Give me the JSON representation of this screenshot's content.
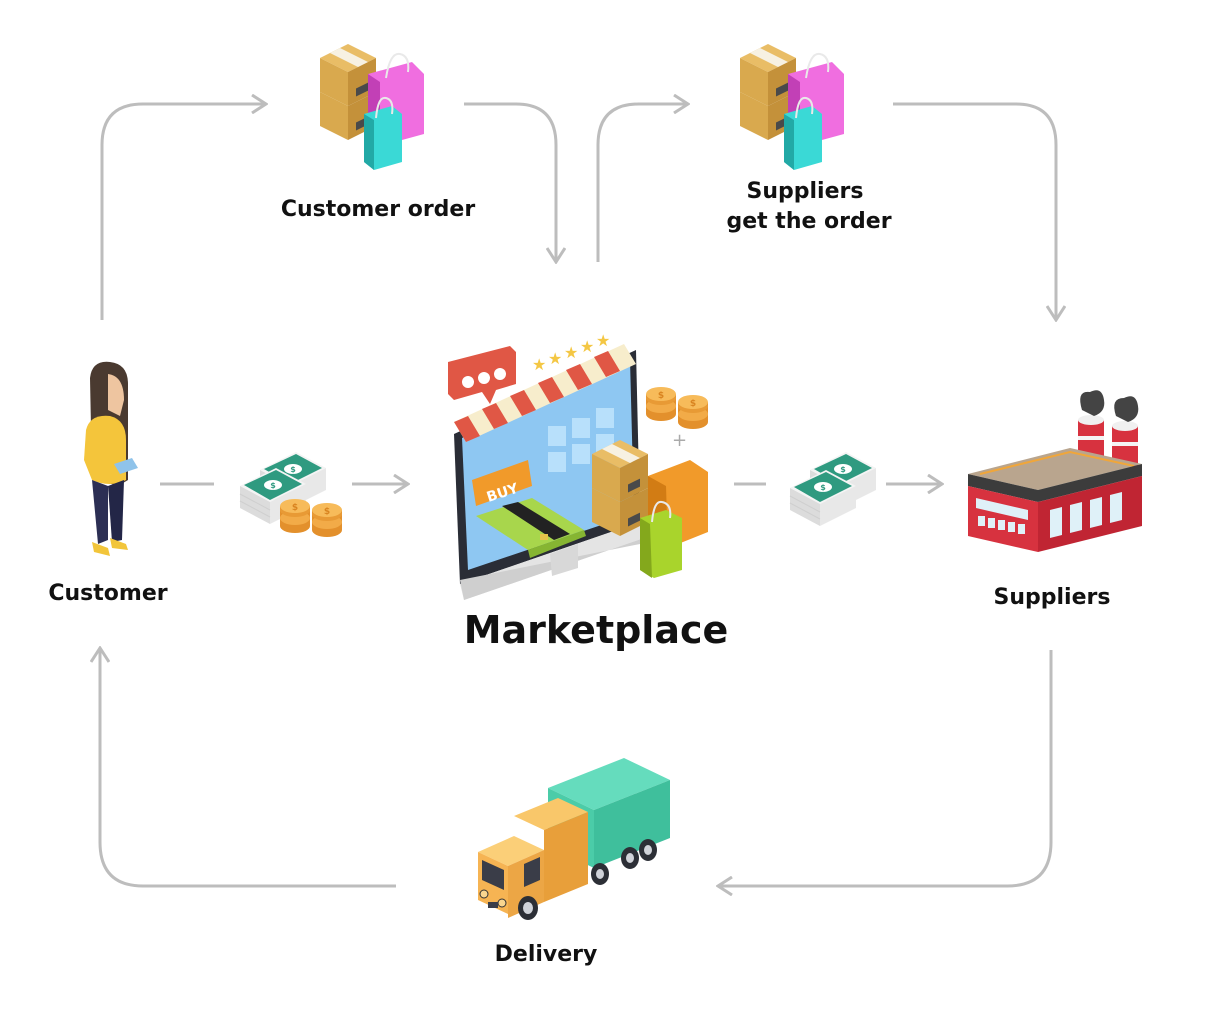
{
  "diagram": {
    "title": "Marketplace",
    "nodes": [
      {
        "id": "customer",
        "label": "Customer",
        "icon": "customer-person-icon"
      },
      {
        "id": "customer_order",
        "label": "Customer order",
        "icon": "order-boxes-bags-icon"
      },
      {
        "id": "marketplace",
        "label": "Marketplace",
        "icon": "online-store-monitor-icon"
      },
      {
        "id": "suppliers_get_order",
        "label_line1": "Suppliers",
        "label_line2": "get the order",
        "icon": "order-boxes-bags-icon"
      },
      {
        "id": "suppliers",
        "label": "Suppliers",
        "icon": "factory-icon"
      },
      {
        "id": "delivery",
        "label": "Delivery",
        "icon": "delivery-truck-icon"
      }
    ],
    "edges": [
      {
        "from": "customer",
        "to": "customer_order"
      },
      {
        "from": "customer_order",
        "to": "marketplace"
      },
      {
        "from": "marketplace",
        "to": "suppliers_get_order"
      },
      {
        "from": "suppliers_get_order",
        "to": "suppliers"
      },
      {
        "from": "customer",
        "to": "marketplace",
        "via": "money-cash-coins-icon"
      },
      {
        "from": "marketplace",
        "to": "suppliers",
        "via": "money-cash-icon"
      },
      {
        "from": "suppliers",
        "to": "delivery"
      },
      {
        "from": "delivery",
        "to": "customer"
      }
    ]
  },
  "colors": {
    "arrow": "#bdbdbd",
    "text": "#111111",
    "box": "#d9a94e",
    "bag_pink": "#f06ee0",
    "bag_teal": "#3ad9d6",
    "money_green": "#2f9a80",
    "coin": "#f0a63a",
    "awning_red": "#e05745",
    "screen_blue": "#8ec7f2",
    "factory_red": "#d7323f",
    "truck_cab": "#f6b453",
    "truck_box": "#4bcca8",
    "card_green": "#a8d64c",
    "bag_orange": "#f19a2a",
    "bag_lime": "#a9d42c"
  }
}
